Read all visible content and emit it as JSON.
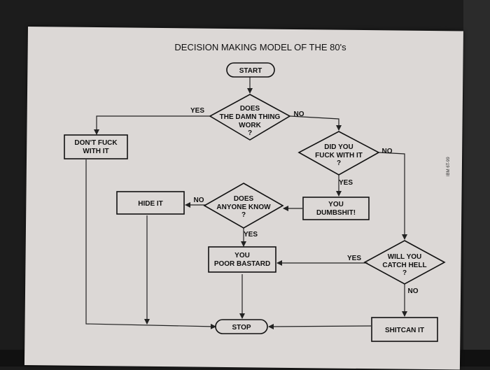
{
  "title": "DECISION MAKING MODEL  OF THE 80's",
  "stamp": "IBM 6T-99",
  "nodes": {
    "start": {
      "lines": [
        "START"
      ]
    },
    "works": {
      "lines": [
        "DOES",
        "THE DAMN THING",
        "WORK",
        "?"
      ]
    },
    "dont_fuck": {
      "lines": [
        "DON'T FUCK",
        "WITH IT"
      ]
    },
    "did_you": {
      "lines": [
        "DID YOU",
        "FUCK WITH IT",
        "?"
      ]
    },
    "dumbshit": {
      "lines": [
        "YOU",
        "DUMBSHIT!"
      ]
    },
    "anyone": {
      "lines": [
        "DOES",
        "ANYONE KNOW",
        "?"
      ]
    },
    "hide": {
      "lines": [
        "HIDE IT"
      ]
    },
    "poor": {
      "lines": [
        "YOU",
        "POOR BASTARD"
      ]
    },
    "catch": {
      "lines": [
        "WILL YOU",
        "CATCH HELL",
        "?"
      ]
    },
    "shitcan": {
      "lines": [
        "SHITCAN IT"
      ]
    },
    "stop": {
      "lines": [
        "STOP"
      ]
    }
  },
  "edge_labels": {
    "works_yes": "YES",
    "works_no": "NO",
    "did_no": "NO",
    "did_yes": "YES",
    "anyone_no": "NO",
    "anyone_yes": "YES",
    "catch_yes": "YES",
    "catch_no": "NO"
  }
}
